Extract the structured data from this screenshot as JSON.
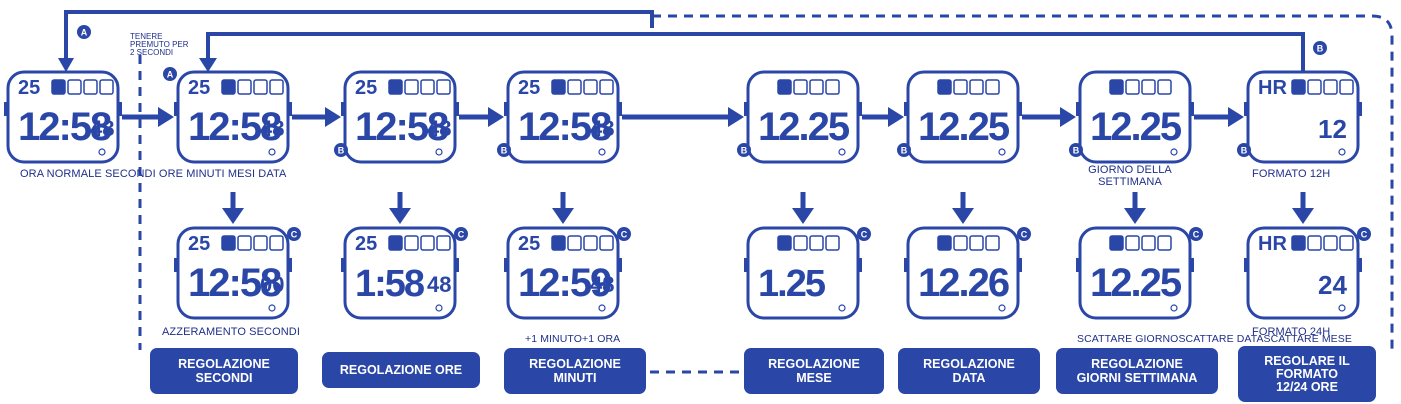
{
  "tenere": "TENERE\nPREMUTO PER\n2 SECONDI",
  "buttons": {
    "a": "A",
    "b": "B",
    "c": "C"
  },
  "colors": {
    "primary": "#2a47a8",
    "dark": "#1f2f8a"
  },
  "top_labels": {
    "ora_normale": "ORA NORMALE SECONDI ORE MINUTI MESI DATA",
    "giorno": "GIORNO DELLA\nSETTIMANA",
    "formato12": "FORMATO 12H"
  },
  "bottom_labels": {
    "azzeramento": "AZZERAMENTO SECONDI",
    "minuto_ora": "+1 MINUTO+1 ORA",
    "scattare": "SCATTARE GIORNOSCATTARE DATASCATTARE MESE",
    "formato24": "FORMATO 24H"
  },
  "modes": {
    "secondi": "REGOLAZIONE\nSECONDI",
    "ore": "REGOLAZIONE ORE",
    "minuti": "REGOLAZIONE\nMINUTI",
    "mese": "REGOLAZIONE\nMESE",
    "data": "REGOLAZIONE\nDATA",
    "giorni": "REGOLAZIONE\nGIORNI SETTIMANA",
    "formato": "REGOLARE IL\nFORMATO\n12/24 ORE"
  },
  "watches": [
    {
      "id": "w0",
      "top": "25",
      "main": "12:58",
      "sec": "48",
      "small": true
    },
    {
      "id": "w1",
      "top": "25",
      "main": "12:58",
      "sec": "48",
      "small": true
    },
    {
      "id": "w2",
      "top": "25",
      "main": "12:58",
      "sec": "48",
      "small": true
    },
    {
      "id": "w3",
      "top": "25",
      "main": "12:58",
      "sec": "48",
      "small": true
    },
    {
      "id": "w4",
      "top": "",
      "main": "12.25",
      "sec": "",
      "small": true
    },
    {
      "id": "w5",
      "top": "",
      "main": "12.25",
      "sec": "",
      "small": true
    },
    {
      "id": "w6",
      "top": "",
      "main": "12.25",
      "sec": "",
      "small": true
    },
    {
      "id": "w7",
      "top": "HR",
      "main": "",
      "sec": "12",
      "small": false
    },
    {
      "id": "w8",
      "top": "25",
      "main": "12:58",
      "sec": "00",
      "small": true
    },
    {
      "id": "w9",
      "top": "25",
      "main": "1:58",
      "sec": "48",
      "small": true
    },
    {
      "id": "w10",
      "top": "25",
      "main": "12:59",
      "sec": "48",
      "small": true
    },
    {
      "id": "w11",
      "top": "",
      "main": "1.25",
      "sec": "",
      "small": true
    },
    {
      "id": "w12",
      "top": "",
      "main": "12.26",
      "sec": "",
      "small": true
    },
    {
      "id": "w13",
      "top": "",
      "main": "12.25",
      "sec": "",
      "small": true
    },
    {
      "id": "w14",
      "top": "HR",
      "main": "",
      "sec": "24",
      "small": false
    }
  ]
}
